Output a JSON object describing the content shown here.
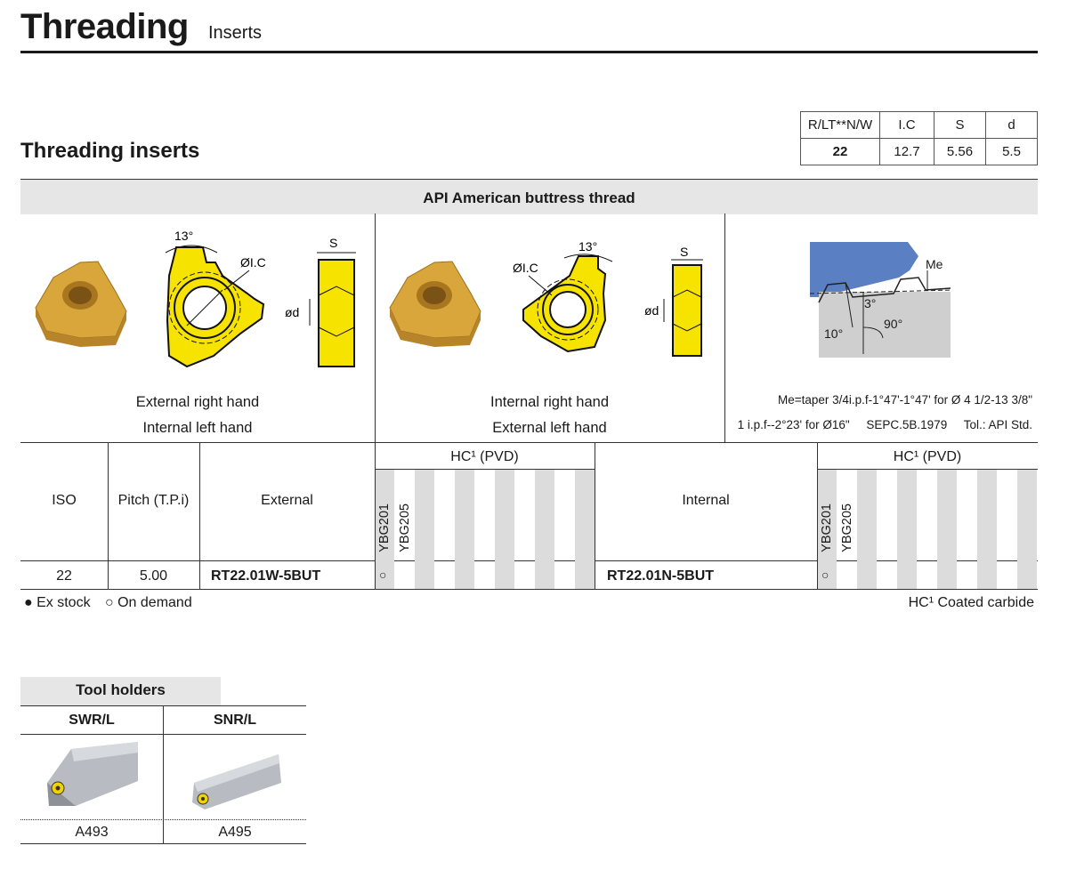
{
  "header": {
    "title": "Threading",
    "subtitle": "Inserts"
  },
  "section": {
    "title": "Threading inserts"
  },
  "spec_table": {
    "headers": [
      "R/LT**N/W",
      "I.C",
      "S",
      "d"
    ],
    "values": [
      "22",
      "12.7",
      "5.56",
      "5.5"
    ]
  },
  "band": {
    "title": "API American buttress thread"
  },
  "diagrams": {
    "ext_angle": "13°",
    "ext_ic": "ØI.C",
    "ext_s": "S",
    "ext_d": "ød",
    "int_angle": "13°",
    "int_ic": "ØI.C",
    "int_s": "S",
    "int_d": "ød",
    "profile_me": "Me",
    "profile_3": "3°",
    "profile_90": "90°",
    "profile_10": "10°"
  },
  "captions": {
    "ext_line1": "External right hand",
    "ext_line2": "Internal left hand",
    "int_line1": "Internal right hand",
    "int_line2": "External left hand",
    "note_line1": "Me=taper 3/4i.p.f-1°47'-1°47' for Ø 4 1/2-13 3/8\"",
    "note_line2": "1 i.p.f--2°23' for Ø16\"     SEPC.5B.1979     Tol.: API Std."
  },
  "data_table": {
    "col_iso": "ISO",
    "col_pitch": "Pitch (T.P.i)",
    "col_external": "External",
    "col_internal": "Internal",
    "grade_group": "HC¹ (PVD)",
    "grades": [
      "YBG201",
      "YBG205"
    ],
    "rows": [
      {
        "iso": "22",
        "pitch": "5.00",
        "external": "RT22.01W-5BUT",
        "ext_avail": "○",
        "internal": "RT22.01N-5BUT",
        "int_avail": "○"
      }
    ]
  },
  "legend": {
    "ex_stock": "● Ex stock",
    "on_demand": "○ On demand",
    "coated": "HC¹ Coated carbide"
  },
  "tool_holders": {
    "title": "Tool holders",
    "items": [
      {
        "name": "SWR/L",
        "page": "A493"
      },
      {
        "name": "SNR/L",
        "page": "A495"
      }
    ]
  },
  "colors": {
    "insert_yellow": "#f7e300",
    "gold": "#d8a63a",
    "band_gray": "#e6e6e6",
    "stripe_gray": "#dcdcdc",
    "profile_blue": "#5b7fc3"
  }
}
